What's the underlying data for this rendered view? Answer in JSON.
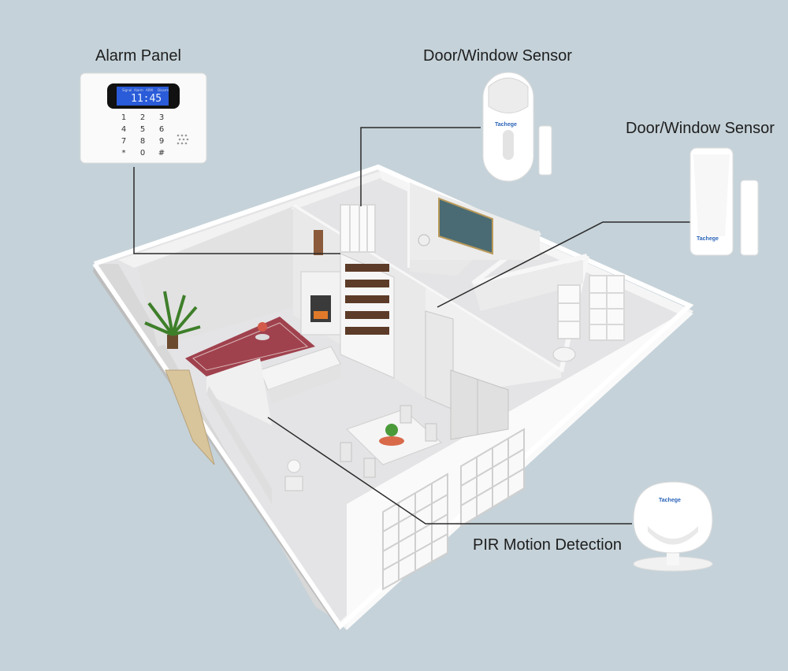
{
  "labels": {
    "alarm_panel": "Alarm Panel",
    "door_window_sensor_1": "Door/Window Sensor",
    "door_window_sensor_2": "Door/Window Sensor",
    "pir_motion": "PIR Motion Detection"
  },
  "brand": "Tachege",
  "alarm_panel_device": {
    "lcd_time": "11:45",
    "lcd_indicators": [
      "Signal",
      "Alarm",
      "ARM",
      "Disarm"
    ],
    "keys": [
      "1",
      "2",
      "3",
      "4",
      "5",
      "6",
      "7",
      "8",
      "9",
      "*",
      "0",
      "#"
    ]
  },
  "colors": {
    "background": "#c5d2d9",
    "connector_line": "#2b2b2b",
    "lcd": "#2a5bd8",
    "brand": "#2a63b8"
  }
}
